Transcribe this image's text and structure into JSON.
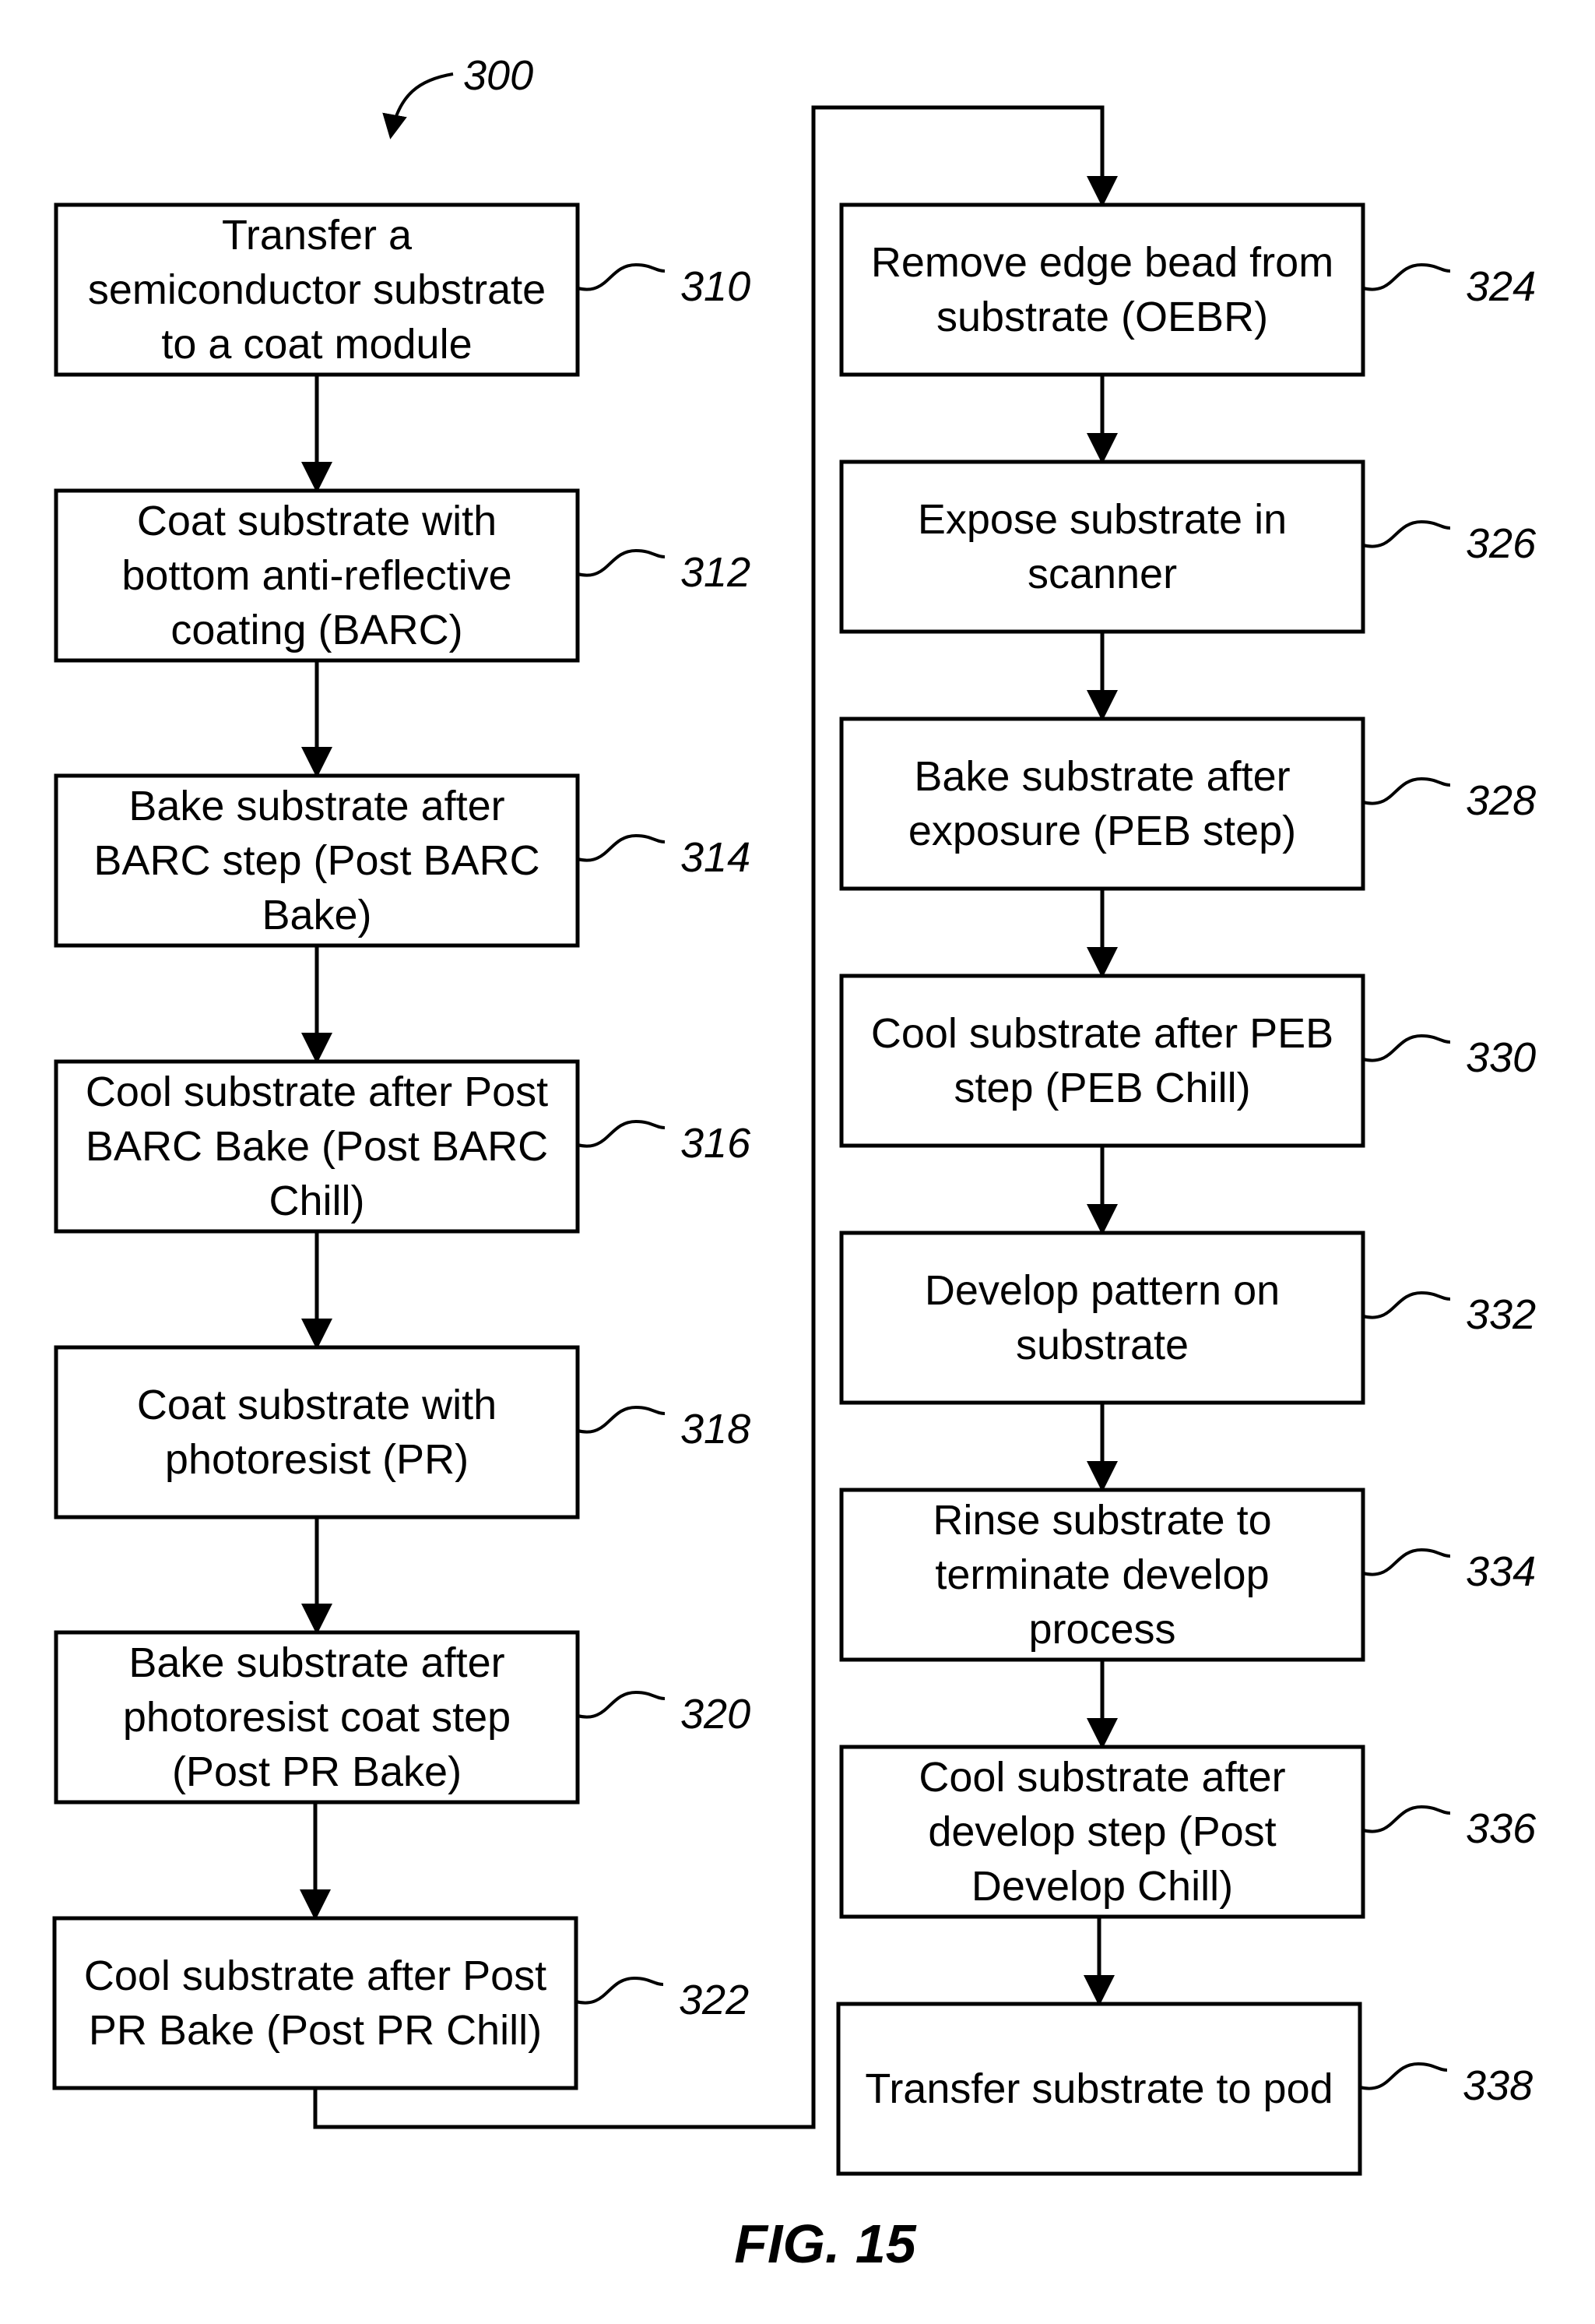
{
  "figure": {
    "ref_number": "300",
    "caption": "FIG. 15"
  },
  "steps": [
    {
      "ref": "310",
      "lines": [
        "Transfer a",
        "semiconductor substrate",
        "to a coat module"
      ]
    },
    {
      "ref": "312",
      "lines": [
        "Coat substrate with",
        "bottom anti-reflective",
        "coating (BARC)"
      ]
    },
    {
      "ref": "314",
      "lines": [
        "Bake substrate after",
        "BARC step (Post BARC",
        "Bake)"
      ]
    },
    {
      "ref": "316",
      "lines": [
        "Cool substrate after Post",
        "BARC Bake (Post BARC",
        "Chill)"
      ]
    },
    {
      "ref": "318",
      "lines": [
        "Coat substrate with",
        "photoresist (PR)"
      ]
    },
    {
      "ref": "320",
      "lines": [
        "Bake substrate after",
        "photoresist coat step",
        "(Post PR Bake)"
      ]
    },
    {
      "ref": "322",
      "lines": [
        "Cool substrate after Post",
        "PR Bake (Post PR Chill)"
      ]
    },
    {
      "ref": "324",
      "lines": [
        "Remove edge bead from",
        "substrate (OEBR)"
      ]
    },
    {
      "ref": "326",
      "lines": [
        "Expose substrate in",
        "scanner"
      ]
    },
    {
      "ref": "328",
      "lines": [
        "Bake substrate after",
        "exposure (PEB step)"
      ]
    },
    {
      "ref": "330",
      "lines": [
        "Cool substrate after PEB",
        "step (PEB Chill)"
      ]
    },
    {
      "ref": "332",
      "lines": [
        "Develop pattern on",
        "substrate"
      ]
    },
    {
      "ref": "334",
      "lines": [
        "Rinse substrate to",
        "terminate develop",
        "process"
      ]
    },
    {
      "ref": "336",
      "lines": [
        "Cool substrate after",
        "develop step (Post",
        "Develop Chill)"
      ]
    },
    {
      "ref": "338",
      "lines": [
        "Transfer substrate to pod"
      ]
    }
  ]
}
